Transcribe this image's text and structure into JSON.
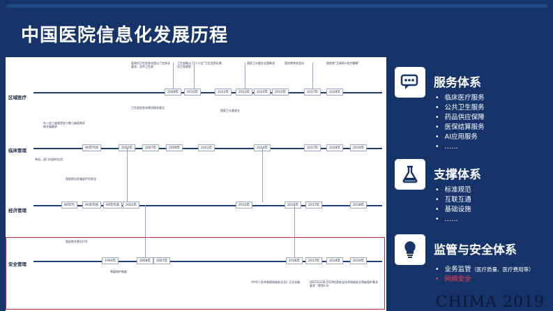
{
  "title": "中国医院信息化发展历程",
  "tracks": [
    "区域医疗",
    "临床管理",
    "经济管理",
    "安全管理"
  ],
  "years": {
    "regional": [
      "2009年",
      "2010年",
      "2012年",
      "2013年",
      "2014年",
      "2015年",
      "2017年",
      "2018年"
    ],
    "clinical": [
      "90年代初",
      "2002年",
      "2007年",
      "2009年",
      "2011年",
      "2014年",
      "2017年",
      "2018年",
      "2019年"
    ],
    "economic": [
      "80年代",
      "90年代初",
      "90年代末",
      "2002年",
      "2015年",
      "2016年",
      "2017年",
      "2018年"
    ],
    "security": [
      "1994年",
      "2008年",
      "2007年",
      "2016年",
      "2017年",
      "2018年",
      "2019年"
    ]
  },
  "notes": {
    "r1": "医改对卫生信息化提出了信息化要求，文件卫生部",
    "r2": "卫生部推出了\"十二五\"卫生信息化建设工程规划",
    "r3": "国家卫计委在全国推进",
    "r4": "国务院常务会议",
    "r5": "国务院\"互联网+医疗健康\"",
    "c1": "在一些三级医院及少数二级医院开始开展要求",
    "c2": "卫生部信息化建设指导意见",
    "c3": "国家卫计委成立",
    "e1": "单机，部门内部的应用",
    "e2": "国家提出实施医疗信息化",
    "s1": "国务院令第147号",
    "s2": "等级保护制度",
    "s3": "《中华人民共和国网络安全法》正式实施",
    "s4": "GB/T22239-2019信息安全技术网络安全等级保护基本要求（等保2.0）"
  },
  "sidebar": {
    "service": {
      "title": "服务体系",
      "items": [
        "临床医疗服务",
        "公共卫生服务",
        "药品供应保障",
        "医保结算服务",
        "AI应用服务",
        "……"
      ]
    },
    "support": {
      "title": "支撑体系",
      "items": [
        "标准规范",
        "互联互通",
        "基础设施",
        "……"
      ]
    },
    "regulation": {
      "title": "监管与安全体系",
      "item1": "业务监管",
      "item1_note": "（医疗质量、医疗费用等）",
      "item2": "网络安全"
    }
  },
  "watermark": "CHIMA 2019",
  "colors": {
    "background": "#16346a",
    "alert": "#ff3b4f",
    "accent": "#1c3f7a"
  },
  "icons": [
    "chat-icon",
    "flask-icon",
    "lightbulb-icon"
  ]
}
